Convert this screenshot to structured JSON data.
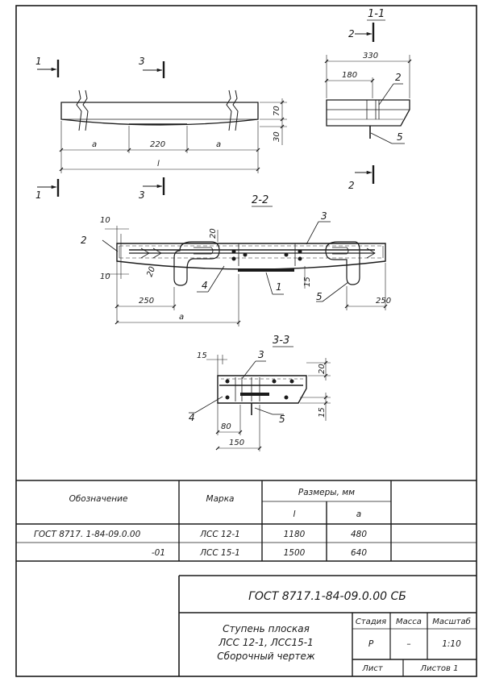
{
  "colors": {
    "ink": "#1a1a1a",
    "paper": "#ffffff"
  },
  "elevation": {
    "section_1": "1",
    "section_3": "3",
    "dim_a_left": "a",
    "dim_220": "220",
    "dim_a_right": "a",
    "dim_l": "l",
    "dim_70": "70",
    "dim_30": "30"
  },
  "section_1_1": {
    "title": "1-1",
    "mark_2": "2",
    "dim_330": "330",
    "dim_180": "180",
    "callout_2": "2",
    "callout_5": "5"
  },
  "section_2_2": {
    "title": "2-2",
    "dim_10_top": "10",
    "dim_10_bottom": "10",
    "dim_20_top": "20",
    "dim_20_side": "20",
    "dim_15": "15",
    "dim_250_left": "250",
    "dim_250_right": "250",
    "dim_a": "a",
    "callout_1": "1",
    "callout_2": "2",
    "callout_3": "3",
    "callout_4": "4",
    "callout_5": "5"
  },
  "section_3_3": {
    "title": "3-3",
    "dim_15_left": "15",
    "dim_20": "20",
    "dim_15_right": "15",
    "dim_80": "80",
    "dim_150": "150",
    "callout_3": "3",
    "callout_4": "4",
    "callout_5": "5"
  },
  "spec_table": {
    "headers": {
      "designation": "Обозначение",
      "mark": "Марка",
      "sizes": "Размеры, мм",
      "l": "l",
      "a": "a"
    },
    "rows": [
      {
        "designation": "ГОСТ  8717. 1-84-09.0.00",
        "mark": "ЛСС 12-1",
        "l": "1180",
        "a": "480"
      },
      {
        "designation": "-01",
        "mark": "ЛСС 15-1",
        "l": "1500",
        "a": "640"
      }
    ]
  },
  "title_block": {
    "doc_number": "ГОСТ 8717.1-84-09.0.00 СБ",
    "name_line1": "Ступень плоская",
    "name_line2": "ЛСС 12-1, ЛСС15-1",
    "name_line3": "Сборочный чертеж",
    "stage_label": "Стадия",
    "mass_label": "Масса",
    "scale_label": "Масштаб",
    "stage_value": "Р",
    "mass_value": "–",
    "scale_value": "1:10",
    "sheet_label": "Лист",
    "sheets_label": "Листов 1"
  }
}
